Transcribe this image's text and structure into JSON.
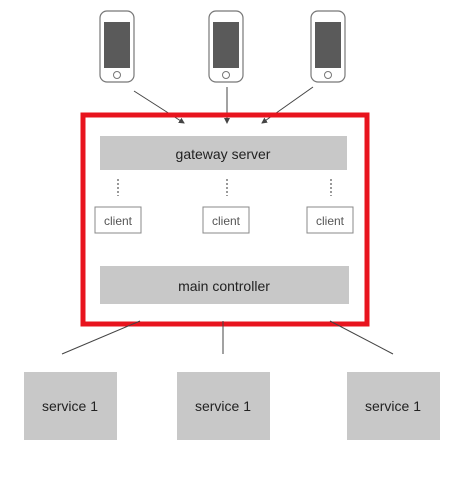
{
  "diagram": {
    "gateway": {
      "label": "gateway server"
    },
    "controller": {
      "label": "main controller"
    },
    "clients": [
      {
        "label": "client"
      },
      {
        "label": "client"
      },
      {
        "label": "client"
      }
    ],
    "services": [
      {
        "label": "service 1"
      },
      {
        "label": "service 1"
      },
      {
        "label": "service 1"
      }
    ],
    "phones": [
      {
        "icon": "smartphone-icon"
      },
      {
        "icon": "smartphone-icon"
      },
      {
        "icon": "smartphone-icon"
      }
    ]
  },
  "colors": {
    "highlight": "#e8141e",
    "box_fill": "#c8c8c8",
    "phone_screen": "#5a5a5a",
    "line": "#444444",
    "text": "#222222"
  }
}
